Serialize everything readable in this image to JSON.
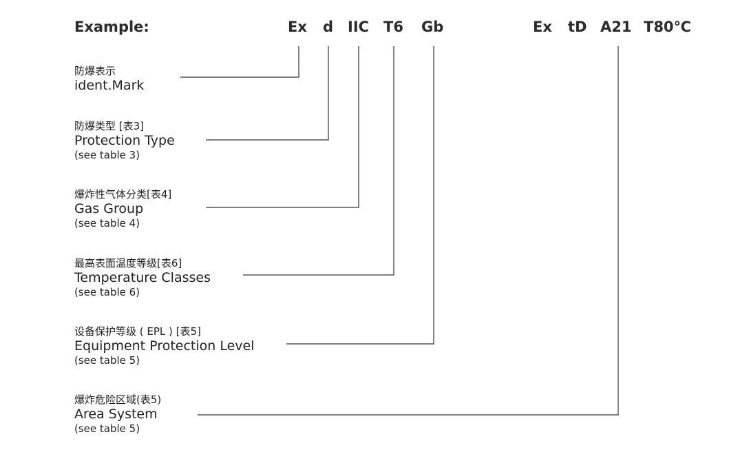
{
  "example_label": "Example:",
  "codes": {
    "ex": "Ex",
    "d": "d",
    "iic": "IIC",
    "t6": "T6",
    "gb": "Gb",
    "ex2": "Ex",
    "td": "tD",
    "a21": "A21",
    "t80": "T80℃"
  },
  "labels": {
    "ident": {
      "cn": "防爆表示",
      "en": "ident.Mark"
    },
    "protection": {
      "cn": "防爆类型   [表3]",
      "en": "Protection Type",
      "ref": "(see table 3)"
    },
    "gas": {
      "cn": "爆炸性气体分类[表4]",
      "en": "Gas Group",
      "ref": "(see table 4)"
    },
    "temperature": {
      "cn": "最高表面温度等级[表6]",
      "en": "Temperature Classes",
      "ref": "(see table 6)"
    },
    "epl": {
      "cn": "设备保护等级 ( EPL ) [表5]",
      "en": "Equipment Protection Level",
      "ref": "(see table 5)"
    },
    "area": {
      "cn": "爆炸危险区域(表5)",
      "en": "Area System",
      "ref": "(see table 5)"
    }
  }
}
